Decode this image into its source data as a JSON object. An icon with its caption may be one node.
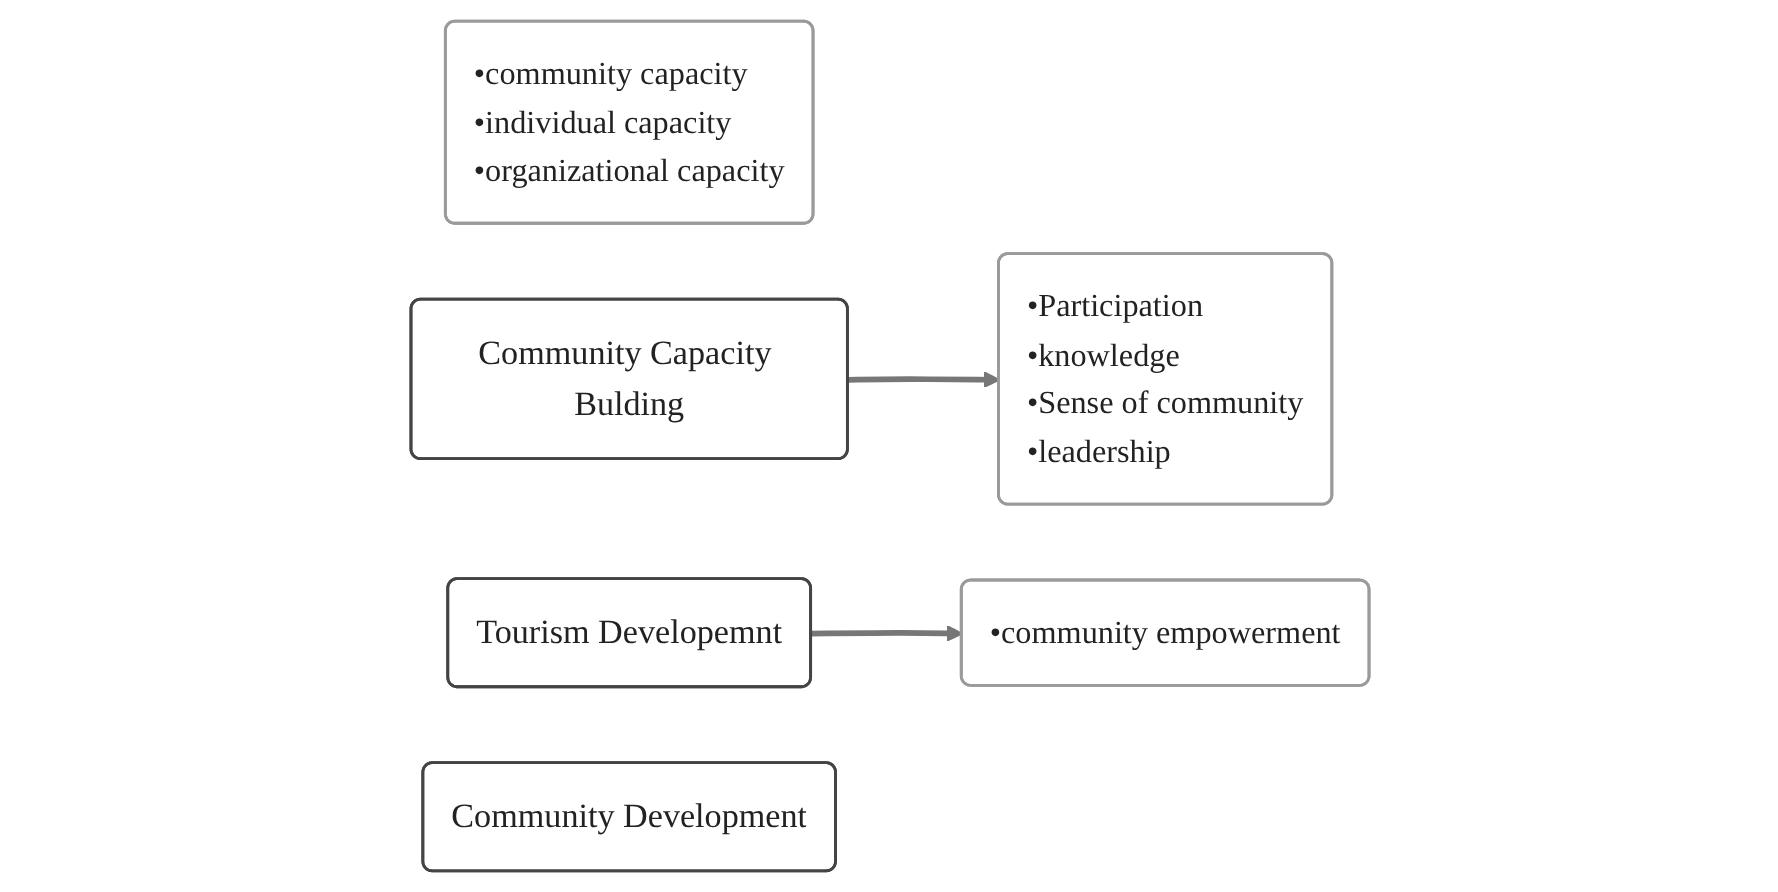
{
  "diagram": {
    "nodes": [
      {
        "text": [
          "•community capacity",
          "•individual capacity",
          "•organizational capacity"
        ]
      },
      {
        "text": [
          "Community Capacity Bulding"
        ]
      },
      {
        "text": [
          "•Participation",
          "•knowledge",
          "•Sense of community",
          "•leadership"
        ]
      },
      {
        "text": [
          "Tourism Developemnt"
        ]
      },
      {
        "text": [
          "•community empowerment"
        ]
      },
      {
        "text": [
          "Community Development"
        ]
      }
    ],
    "edges": [
      {
        "from": 1,
        "to": 2,
        "arrow": "to"
      },
      {
        "from": 3,
        "to": 4,
        "arrow": "to"
      }
    ]
  }
}
